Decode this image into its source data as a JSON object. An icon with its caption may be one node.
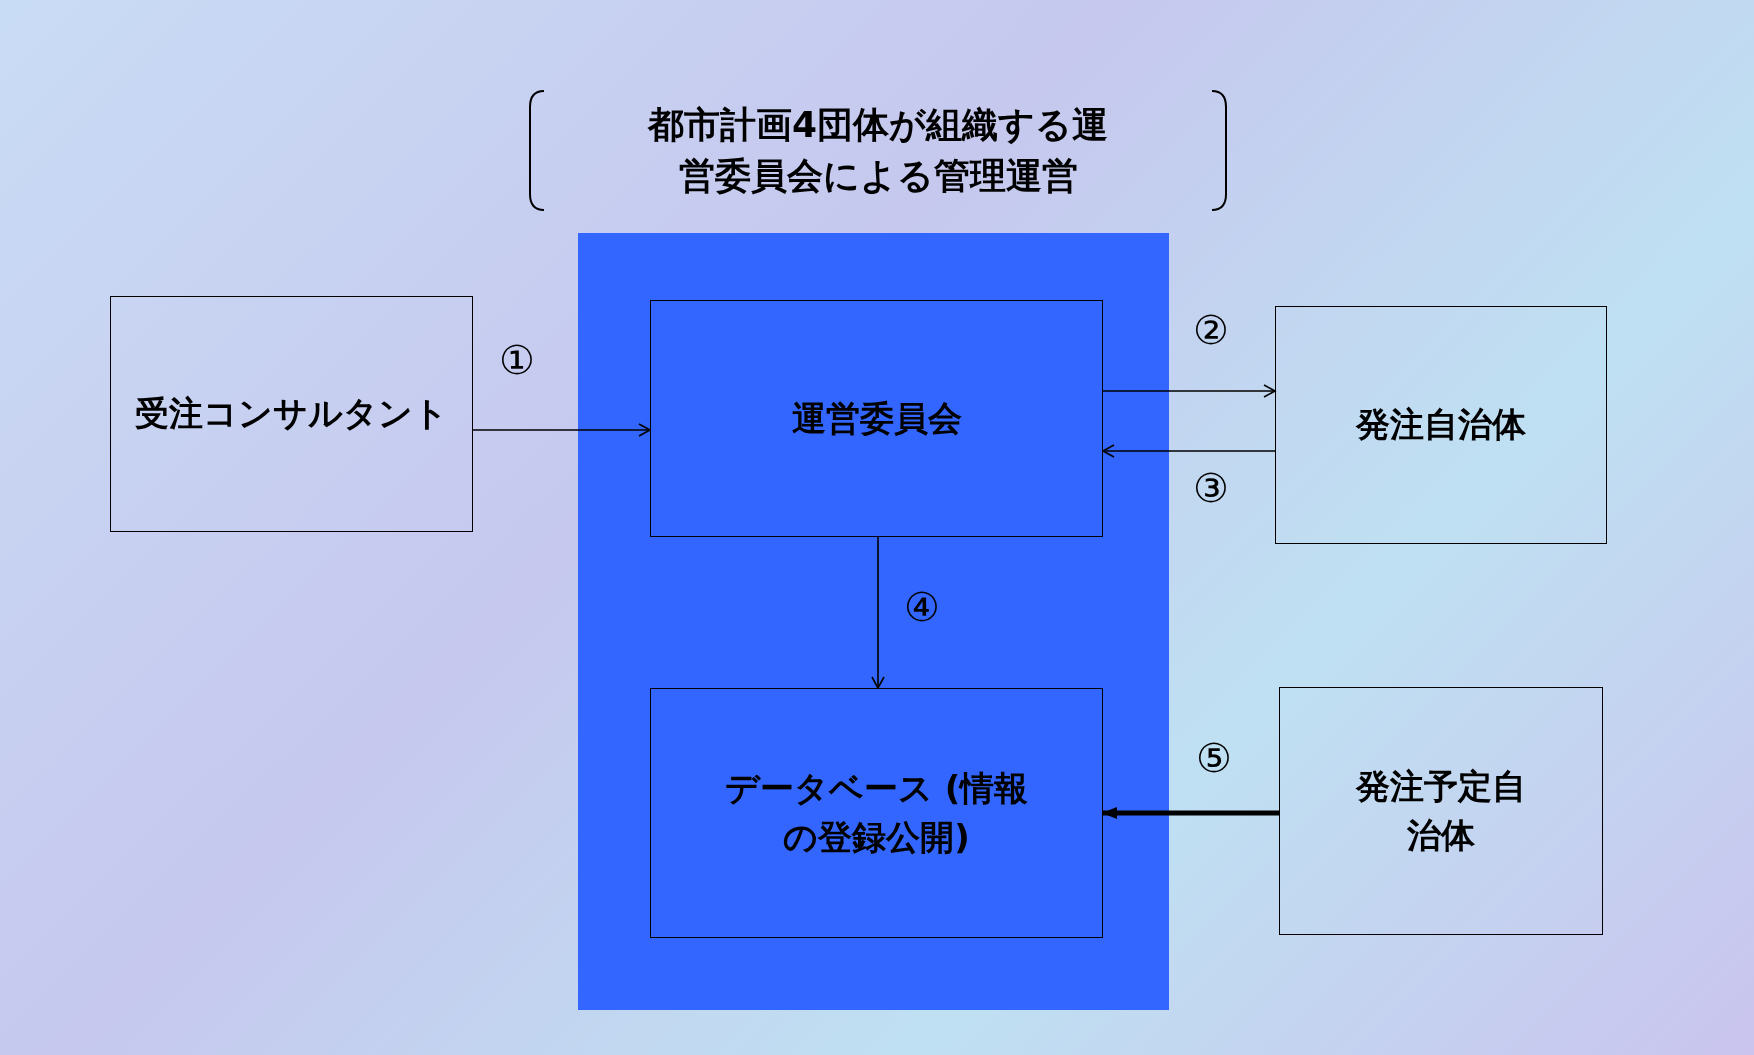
{
  "diagram": {
    "title": "都市計画4団体が組織する運営委員会による管理運営",
    "nodes": [
      {
        "text": [
          "受注コンサルタント"
        ]
      },
      {
        "text": [],
        "shape": "box"
      },
      {
        "text": [
          "運営委員会"
        ],
        "in": 1
      },
      {
        "text": [
          "発注自治体"
        ]
      },
      {
        "text": [
          "データベース (情報の登録公開)"
        ],
        "in": 1
      },
      {
        "text": [
          "発注予定自治体"
        ]
      }
    ],
    "edges": [
      {
        "from": 0,
        "to": 2,
        "arrow": "to",
        "label": "①"
      },
      {
        "from": 2,
        "to": 3,
        "arrow": "to",
        "label": "②"
      },
      {
        "from": 3,
        "to": 2,
        "arrow": "to",
        "label": "③"
      },
      {
        "from": 2,
        "to": 4,
        "arrow": "to",
        "label": "④"
      },
      {
        "from": 5,
        "to": 4,
        "arrow": "to",
        "label": "⑤",
        "style": "thick"
      }
    ]
  }
}
